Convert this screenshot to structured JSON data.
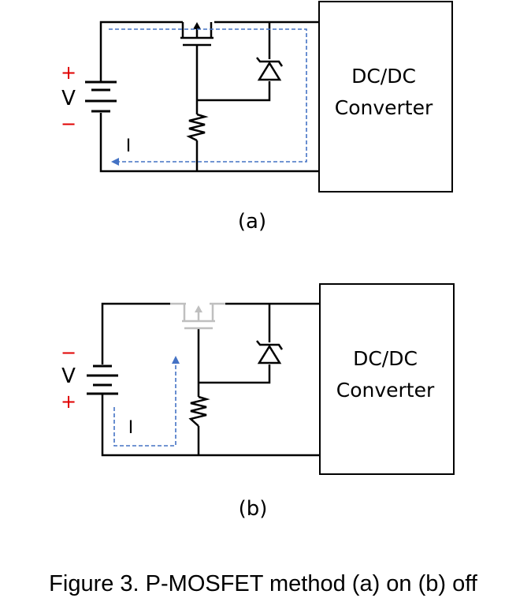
{
  "colors": {
    "wire": "#000000",
    "current_path": "#4472c4",
    "polarity": "#e00000",
    "mosfet_off": "#bfbfbf"
  },
  "circuit_a": {
    "plus_sign": "+",
    "minus_sign": "−",
    "voltage_label": "V",
    "current_label": "I",
    "converter_line1": "DC/DC",
    "converter_line2": "Converter",
    "sub_caption": "(a)",
    "mosfet_state": "on"
  },
  "circuit_b": {
    "minus_sign": "−",
    "plus_sign": "+",
    "voltage_label": "V",
    "current_label": "I",
    "converter_line1": "DC/DC",
    "converter_line2": "Converter",
    "sub_caption": "(b)",
    "mosfet_state": "off"
  },
  "figure_caption": "Figure 3. P-MOSFET method (a) on (b) off"
}
